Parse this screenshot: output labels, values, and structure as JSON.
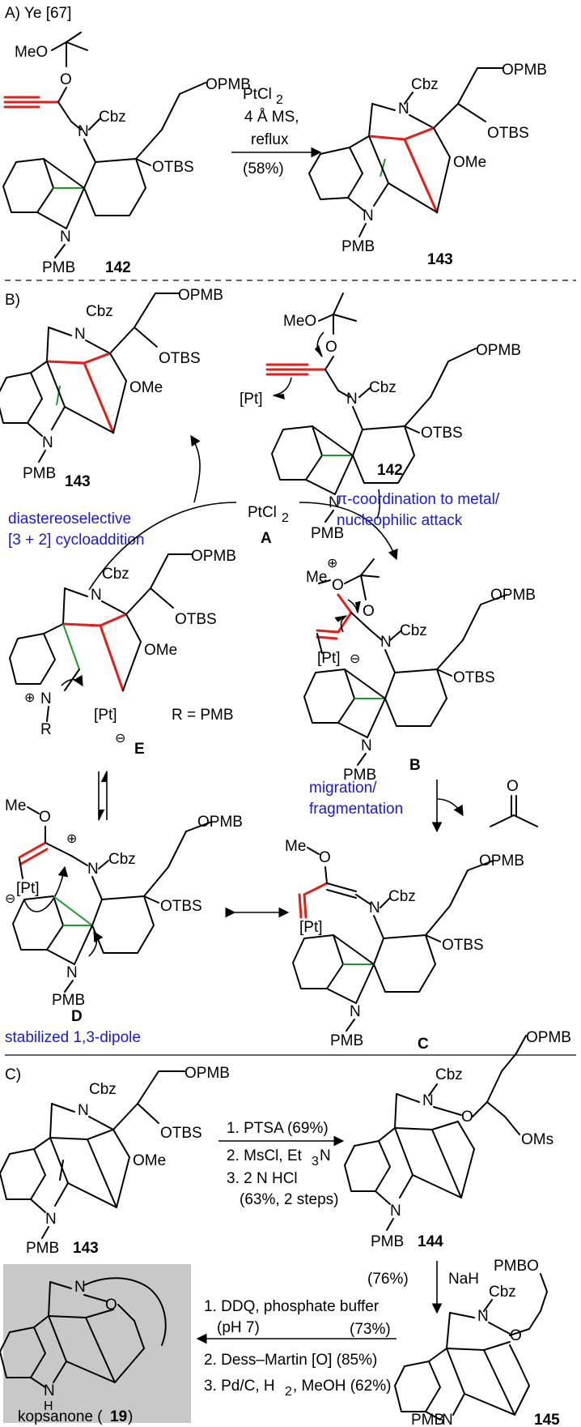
{
  "sectionA": {
    "header": "A) Ye [67]",
    "sm_substituents": [
      "MeO",
      "Cbz",
      "OPMB",
      "OTBS"
    ],
    "sm_N_label": "N",
    "sm_pmb": "PMB",
    "sm_number": "142",
    "conditions": [
      "PtCl",
      "4 Å MS,",
      "reflux",
      "(58%)"
    ],
    "product_substituents": [
      "Cbz",
      "OPMB",
      "OTBS",
      "OMe"
    ],
    "product_pmb": "PMB",
    "product_number": "143"
  },
  "sectionB": {
    "header": "B)",
    "catalyst": "PtCl",
    "catalyst_label": "A",
    "step1_note": "diastereoselective",
    "step1_note2": "[3 + 2] cycloaddition",
    "step2_note": "π-coordination to metal/",
    "step2_note2": "nucleophilic attack",
    "step3_note": "migration/",
    "step3_note2": "fragmentation",
    "dipole_note": "stabilized 1,3-dipole",
    "r_def": "R = PMB",
    "pt": "[Pt]",
    "intermediates": [
      "B",
      "C",
      "D",
      "E"
    ],
    "num_142": "142",
    "num_143": "143",
    "labels": {
      "meo": "MeO",
      "me": "Me",
      "o": "O",
      "cbz": "Cbz",
      "opmb": "OPMB",
      "otbs": "OTBS",
      "ome": "OMe",
      "pmb": "PMB",
      "n": "N",
      "r": "R"
    }
  },
  "sectionC": {
    "header": "C)",
    "start_number": "143",
    "steps_top": [
      "1. PTSA (69%)",
      "2. MsCl, Et",
      "3. 2 N HCl",
      "(63%, 2 steps)"
    ],
    "mid_number": "144",
    "mid_subs": [
      "Cbz",
      "OPMB",
      "OMs"
    ],
    "nah_yield": "(76%)",
    "nah": "NaH",
    "num_145": "145",
    "pmbo": "PMBO",
    "steps_bottom": [
      "1. DDQ, phosphate buffer",
      "(pH 7)",
      "(73%)",
      "2. Dess–Martin [O]  (85%)",
      "3. Pd/C, H",
      ", MeOH  (62%)"
    ],
    "final_name": "kopsanone (",
    "final_number": "19",
    "final_close": ")",
    "nh": "N",
    "h": "H"
  }
}
